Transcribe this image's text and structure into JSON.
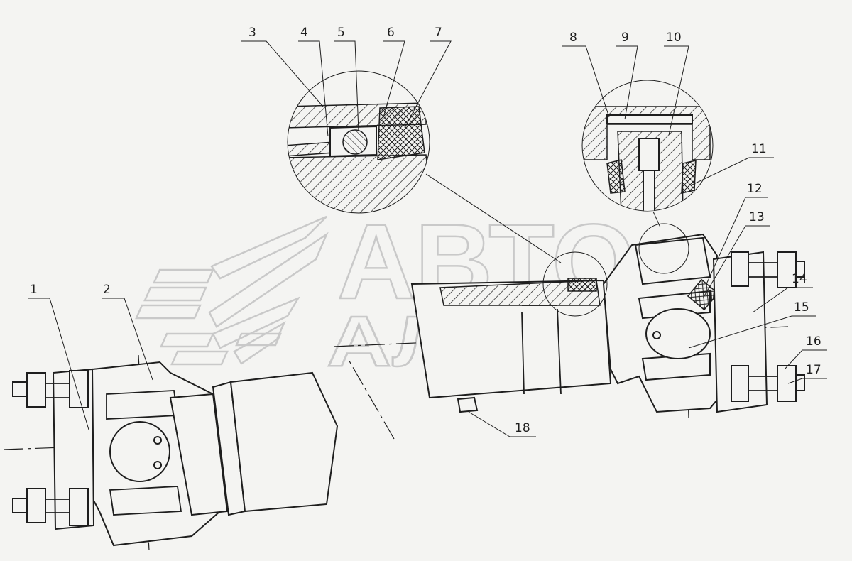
{
  "watermark": {
    "line1": "АВТО",
    "line2": "АЛЬЯНС"
  },
  "callouts": [
    "1",
    "2",
    "3",
    "4",
    "5",
    "6",
    "7",
    "8",
    "9",
    "10",
    "11",
    "12",
    "13",
    "14",
    "15",
    "16",
    "17",
    "18"
  ],
  "colors": {
    "background": "#f4f4f2",
    "ink": "#1e1e1e",
    "watermark": "#c9c9c9"
  }
}
